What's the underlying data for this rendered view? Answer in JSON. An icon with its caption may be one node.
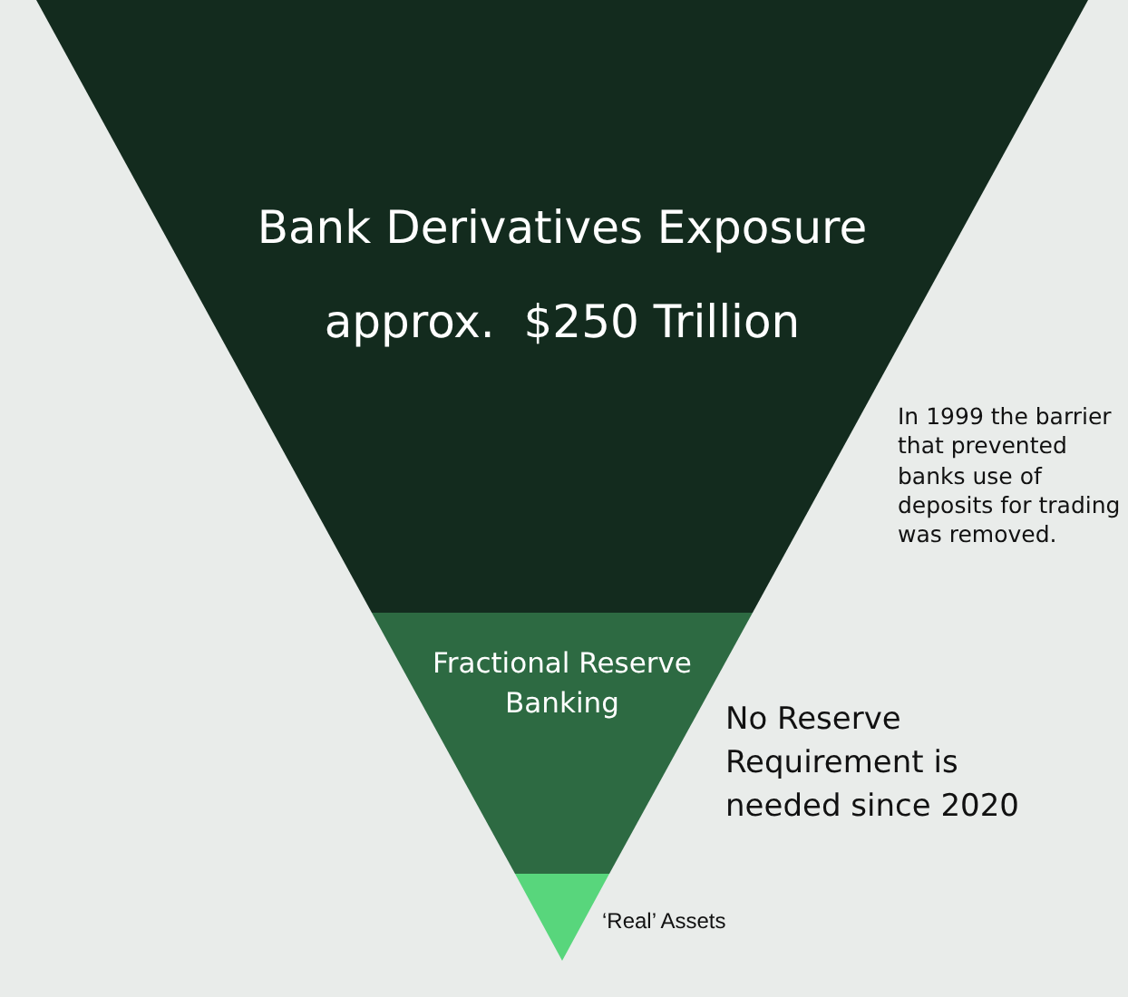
{
  "diagram": {
    "nodes": [
      {
        "text": [
          "Bank Derivatives Exposure",
          "approx.  $250 Trillion"
        ],
        "beside": [
          "In 1999 the barrier that prevented banks use of deposits for trading was removed."
        ]
      },
      {
        "text": [
          "Fractional Reserve Banking"
        ],
        "beside": [
          "No Reserve Requirement is needed since 2020"
        ]
      },
      {
        "text": [],
        "shape": "triangle",
        "beside": [
          "‘Real’ Assets"
        ]
      }
    ],
    "edges": []
  }
}
